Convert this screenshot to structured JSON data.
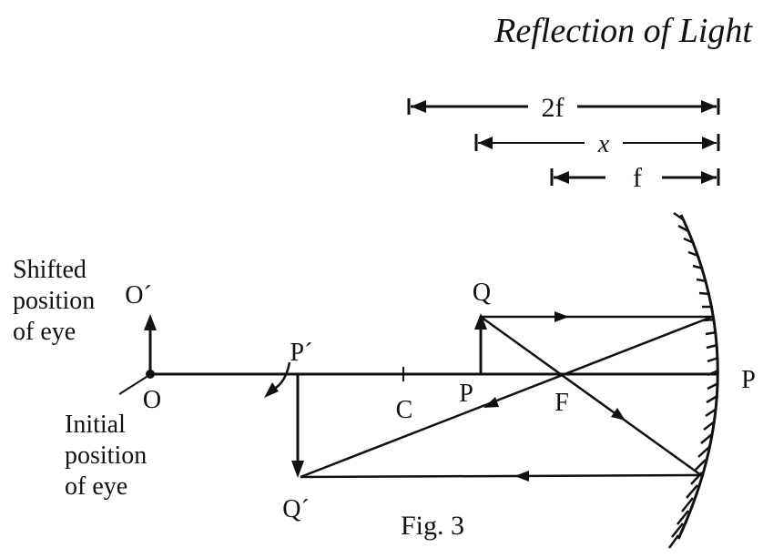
{
  "header": {
    "title": "Reflection of Light"
  },
  "dimensions": {
    "two_f": "2f",
    "x": "x",
    "f": "f"
  },
  "labels": {
    "shifted_line1": "Shifted",
    "shifted_line2": "position",
    "shifted_line3": "of eye",
    "initial_line1": "Initial",
    "initial_line2": "position",
    "initial_line3": "of eye",
    "O": "O",
    "O_prime": "O´",
    "P_prime": "P´",
    "Q_prime": "Q´",
    "C": "C",
    "P_object": "P",
    "Q": "Q",
    "F": "F",
    "P_pole": "P"
  },
  "caption": "Fig. 3"
}
